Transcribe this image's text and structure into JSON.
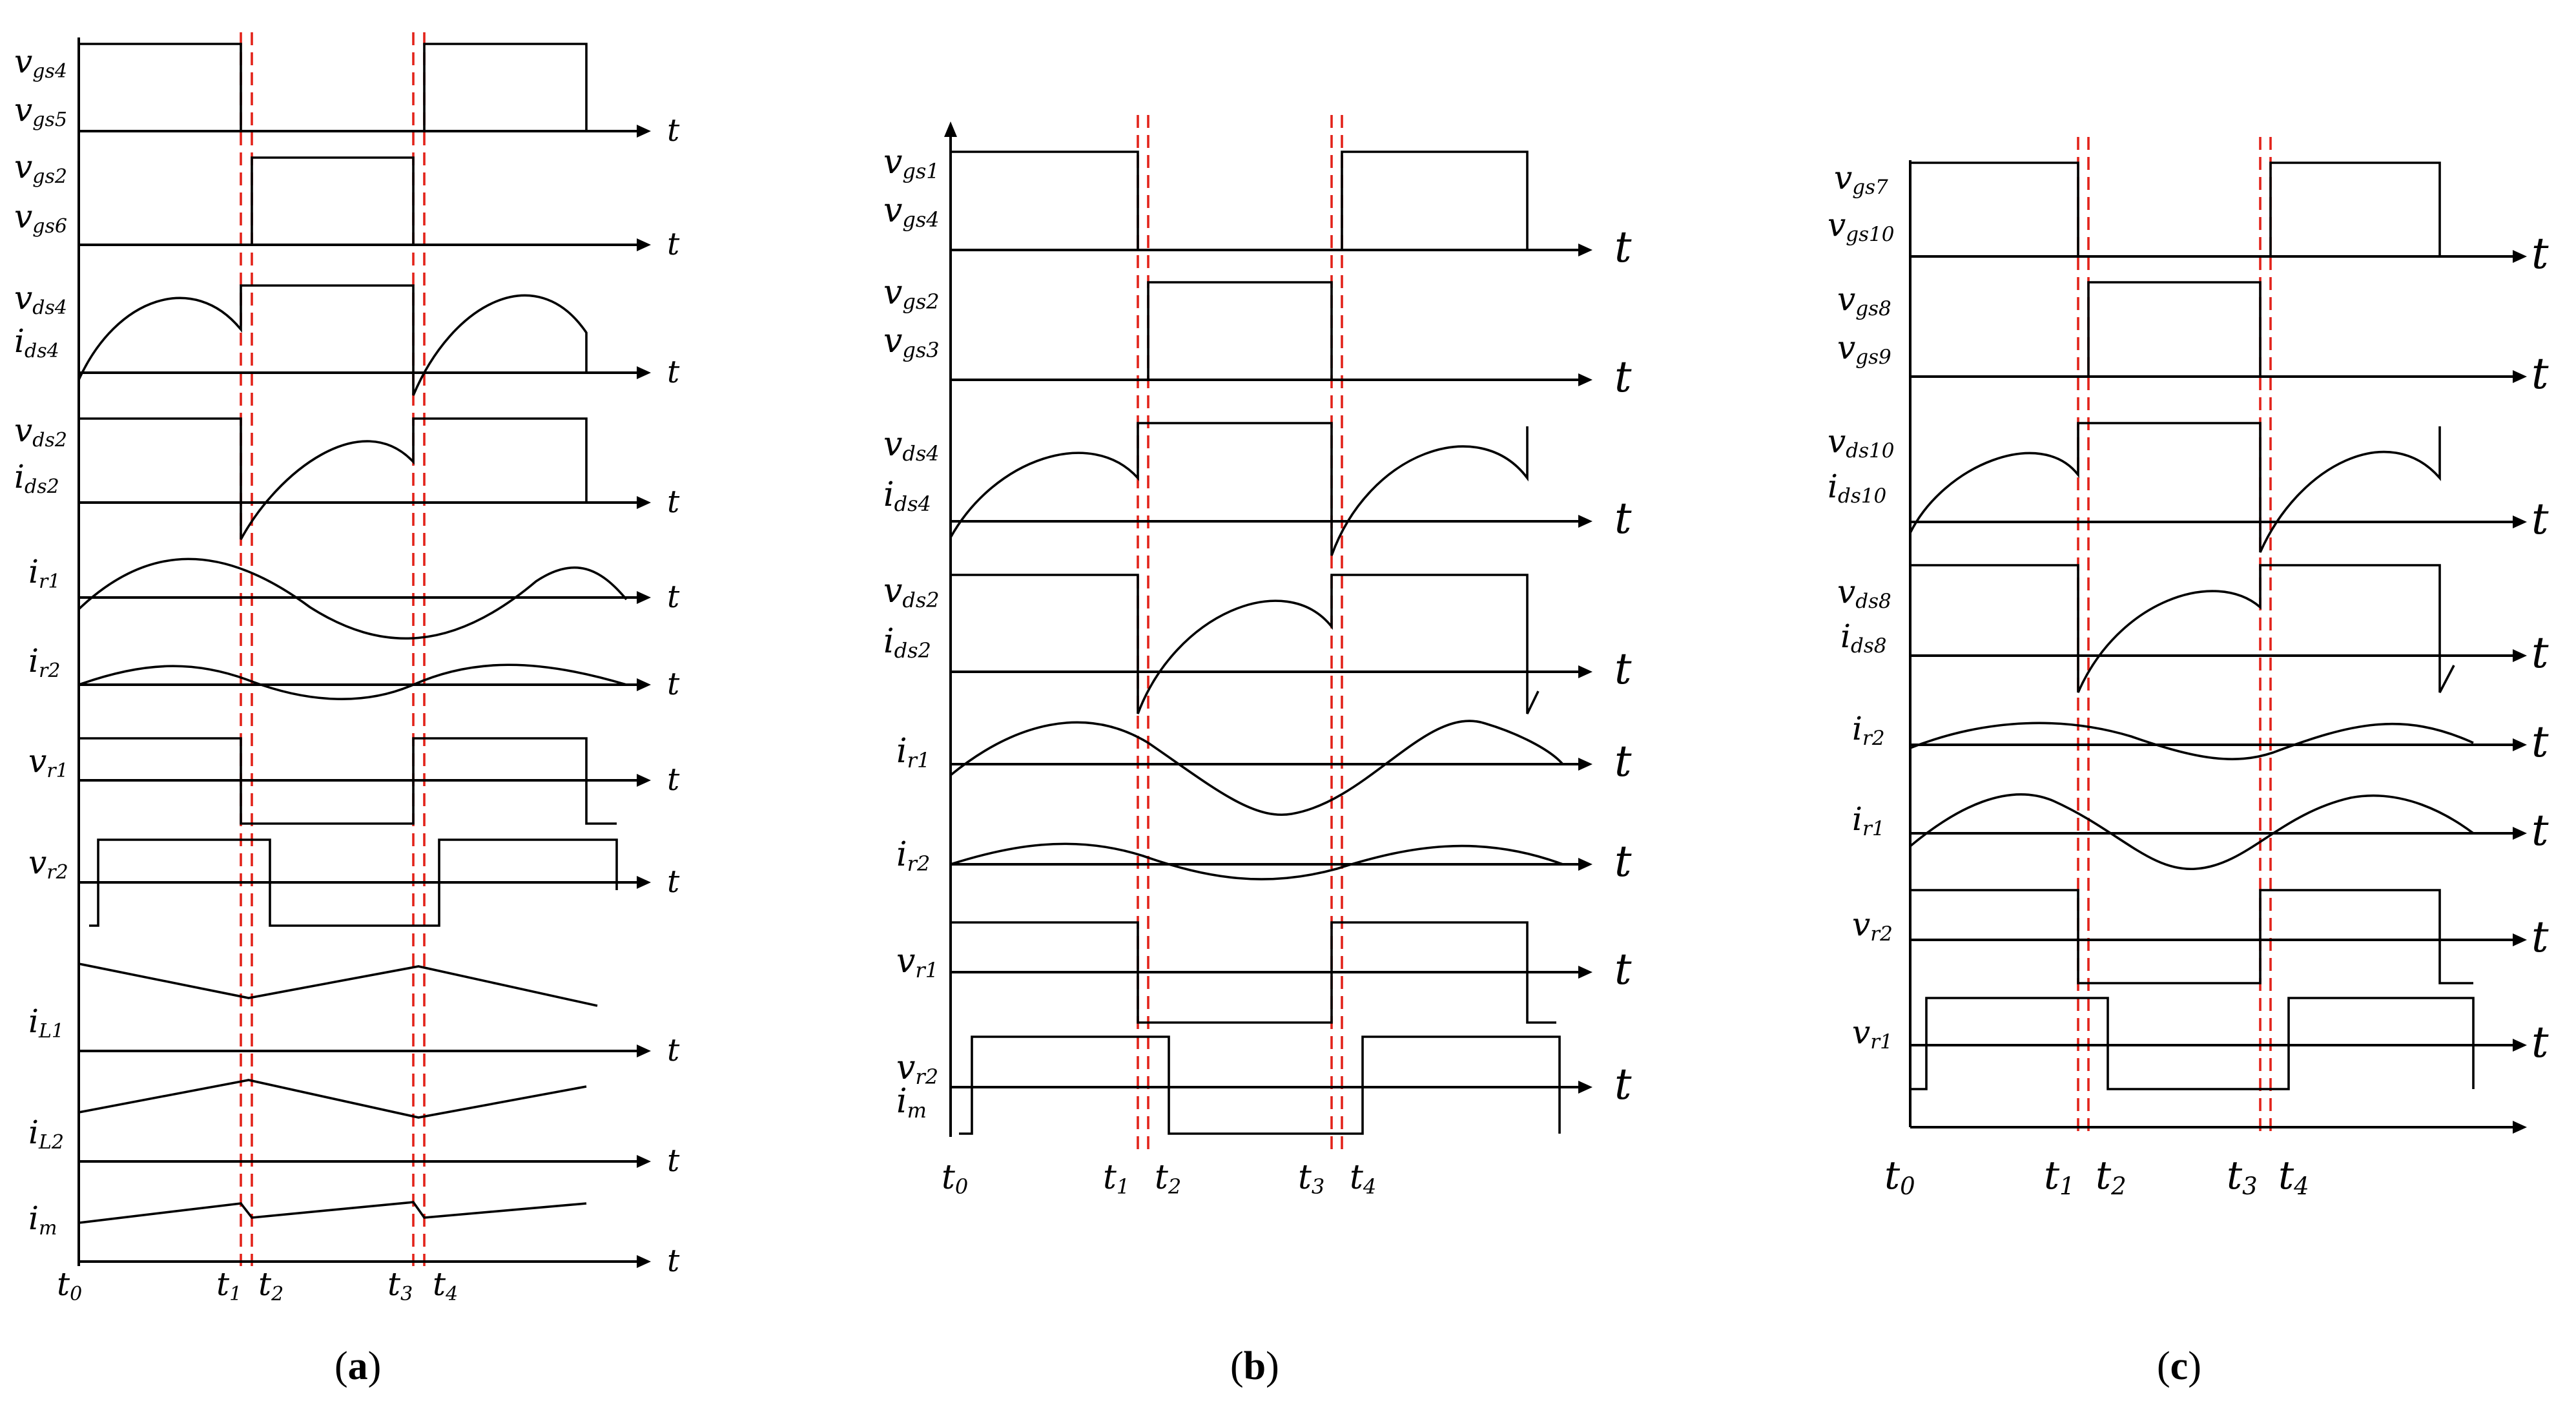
{
  "panels": [
    {
      "caption_letter": "a",
      "t_axis_label": "t",
      "time_labels": [
        {
          "main": "t",
          "sub": "0",
          "x": 0
        },
        {
          "main": "t",
          "sub": "1",
          "x": 1
        },
        {
          "main": "t",
          "sub": "2",
          "x": 2
        },
        {
          "main": "t",
          "sub": "3",
          "x": 3
        },
        {
          "main": "t",
          "sub": "4",
          "x": 4
        }
      ],
      "signals": [
        {
          "labels": [
            {
              "main": "v",
              "sub": "gs4"
            },
            {
              "main": "v",
              "sub": "gs5"
            }
          ]
        },
        {
          "labels": [
            {
              "main": "v",
              "sub": "gs2"
            },
            {
              "main": "v",
              "sub": "gs6"
            }
          ]
        },
        {
          "labels": [
            {
              "main": "v",
              "sub": "ds4"
            },
            {
              "main": "i",
              "sub": "ds4"
            }
          ]
        },
        {
          "labels": [
            {
              "main": "v",
              "sub": "ds2"
            },
            {
              "main": "i",
              "sub": "ds2"
            }
          ]
        },
        {
          "labels": [
            {
              "main": "i",
              "sub": "r1"
            }
          ]
        },
        {
          "labels": [
            {
              "main": "i",
              "sub": "r2"
            }
          ]
        },
        {
          "labels": [
            {
              "main": "v",
              "sub": "r1"
            }
          ]
        },
        {
          "labels": [
            {
              "main": "v",
              "sub": "r2"
            }
          ]
        },
        {
          "labels": [
            {
              "main": "i",
              "sub": "L1"
            }
          ]
        },
        {
          "labels": [
            {
              "main": "i",
              "sub": "L2"
            }
          ]
        },
        {
          "labels": [
            {
              "main": "i",
              "sub": "m"
            }
          ]
        }
      ]
    },
    {
      "caption_letter": "b",
      "t_axis_label": "t",
      "time_labels": [
        {
          "main": "t",
          "sub": "0",
          "x": 0
        },
        {
          "main": "t",
          "sub": "1",
          "x": 1
        },
        {
          "main": "t",
          "sub": "2",
          "x": 2
        },
        {
          "main": "t",
          "sub": "3",
          "x": 3
        },
        {
          "main": "t",
          "sub": "4",
          "x": 4
        }
      ],
      "signals": [
        {
          "labels": [
            {
              "main": "v",
              "sub": "gs1"
            },
            {
              "main": "v",
              "sub": "gs4"
            }
          ]
        },
        {
          "labels": [
            {
              "main": "v",
              "sub": "gs2"
            },
            {
              "main": "v",
              "sub": "gs3"
            }
          ]
        },
        {
          "labels": [
            {
              "main": "v",
              "sub": "ds4"
            },
            {
              "main": "i",
              "sub": "ds4"
            }
          ]
        },
        {
          "labels": [
            {
              "main": "v",
              "sub": "ds2"
            },
            {
              "main": "i",
              "sub": "ds2"
            }
          ]
        },
        {
          "labels": [
            {
              "main": "i",
              "sub": "r1"
            }
          ]
        },
        {
          "labels": [
            {
              "main": "i",
              "sub": "r2"
            }
          ]
        },
        {
          "labels": [
            {
              "main": "v",
              "sub": "r1"
            }
          ]
        },
        {
          "labels": [
            {
              "main": "v",
              "sub": "r2"
            },
            {
              "main": "i",
              "sub": "m"
            }
          ]
        }
      ]
    },
    {
      "caption_letter": "c",
      "t_axis_label": "t",
      "time_labels": [
        {
          "main": "t",
          "sub": "0",
          "x": 0
        },
        {
          "main": "t",
          "sub": "1",
          "x": 1
        },
        {
          "main": "t",
          "sub": "2",
          "x": 2
        },
        {
          "main": "t",
          "sub": "3",
          "x": 3
        },
        {
          "main": "t",
          "sub": "4",
          "x": 4
        }
      ],
      "signals": [
        {
          "labels": [
            {
              "main": "v",
              "sub": "gs7"
            },
            {
              "main": "v",
              "sub": "gs10"
            }
          ]
        },
        {
          "labels": [
            {
              "main": "v",
              "sub": "gs8"
            },
            {
              "main": "v",
              "sub": "gs9"
            }
          ]
        },
        {
          "labels": [
            {
              "main": "v",
              "sub": "ds10"
            },
            {
              "main": "i",
              "sub": "ds10"
            }
          ]
        },
        {
          "labels": [
            {
              "main": "v",
              "sub": "ds8"
            },
            {
              "main": "i",
              "sub": "ds8"
            }
          ]
        },
        {
          "labels": [
            {
              "main": "i",
              "sub": "r2"
            }
          ]
        },
        {
          "labels": [
            {
              "main": "i",
              "sub": "r1"
            }
          ]
        },
        {
          "labels": [
            {
              "main": "v",
              "sub": "r2"
            }
          ]
        },
        {
          "labels": [
            {
              "main": "v",
              "sub": "r1"
            }
          ]
        }
      ]
    }
  ],
  "colors": {
    "wave": "#000000",
    "marker": "#e2231a",
    "background": "#ffffff"
  }
}
